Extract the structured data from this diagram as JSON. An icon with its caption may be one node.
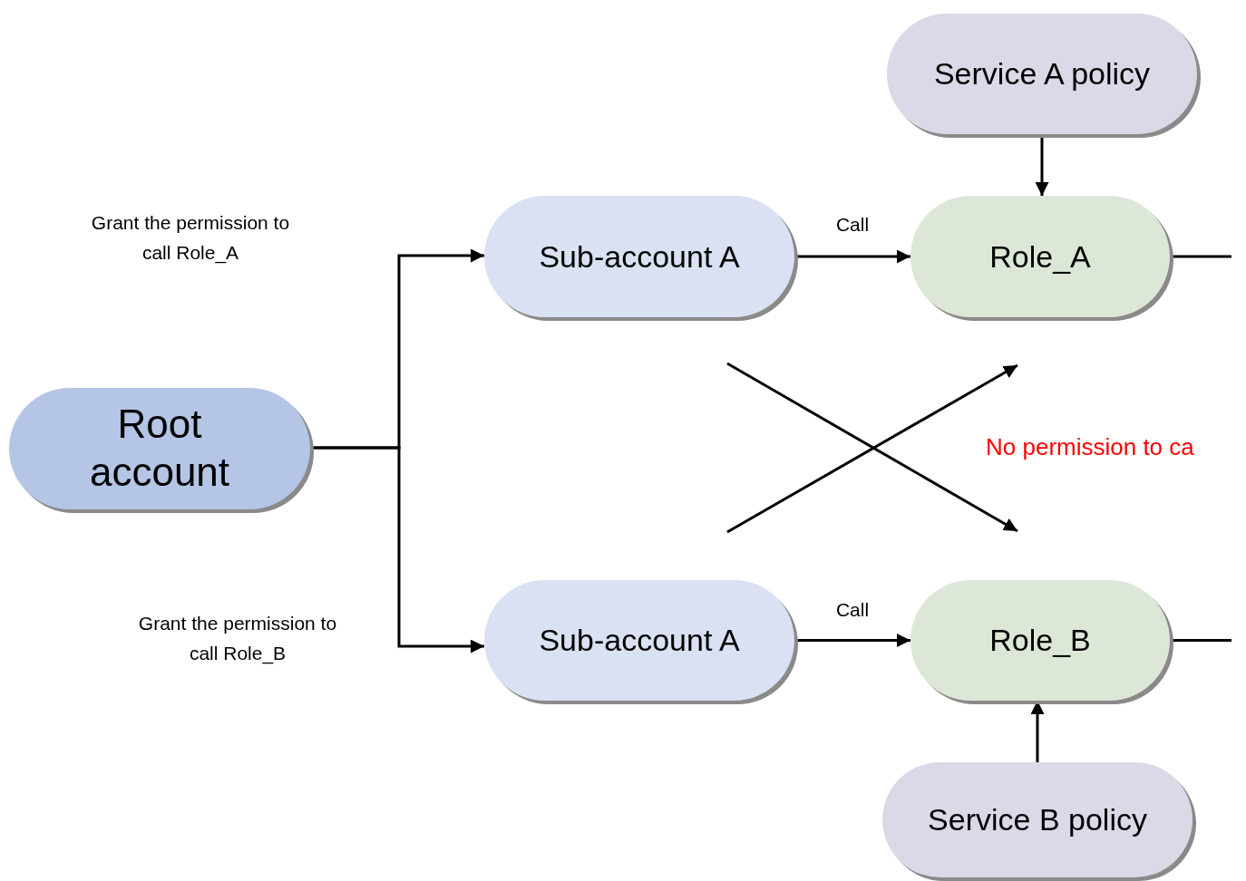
{
  "diagram": {
    "nodes": [
      {
        "text": [
          "Root account"
        ]
      },
      {
        "text": [
          "Sub-account A"
        ]
      },
      {
        "text": [
          "Sub-account A"
        ]
      },
      {
        "text": [
          "Service A policy"
        ]
      },
      {
        "text": [
          "Role_A"
        ]
      },
      {
        "text": [
          "Role_B"
        ]
      },
      {
        "text": [
          "Service B policy"
        ]
      }
    ],
    "edges": [
      {
        "from": 0,
        "to": 1,
        "arrow": "to"
      },
      {
        "from": 0,
        "to": 2,
        "arrow": "to"
      },
      {
        "from": 1,
        "to": 4,
        "arrow": "to",
        "label": "Call"
      },
      {
        "from": 2,
        "to": 5,
        "arrow": "to",
        "label": "Call"
      },
      {
        "from": 3,
        "to": 4,
        "arrow": "to"
      },
      {
        "from": 6,
        "to": 5,
        "arrow": "to"
      },
      {
        "from": 4,
        "to": null,
        "arrow": "none"
      },
      {
        "from": 5,
        "to": null,
        "arrow": "none"
      }
    ],
    "labels": [
      "Grant the permission to call Role_A",
      "No permission to ca",
      "Grant the permission to call Role_B"
    ]
  }
}
